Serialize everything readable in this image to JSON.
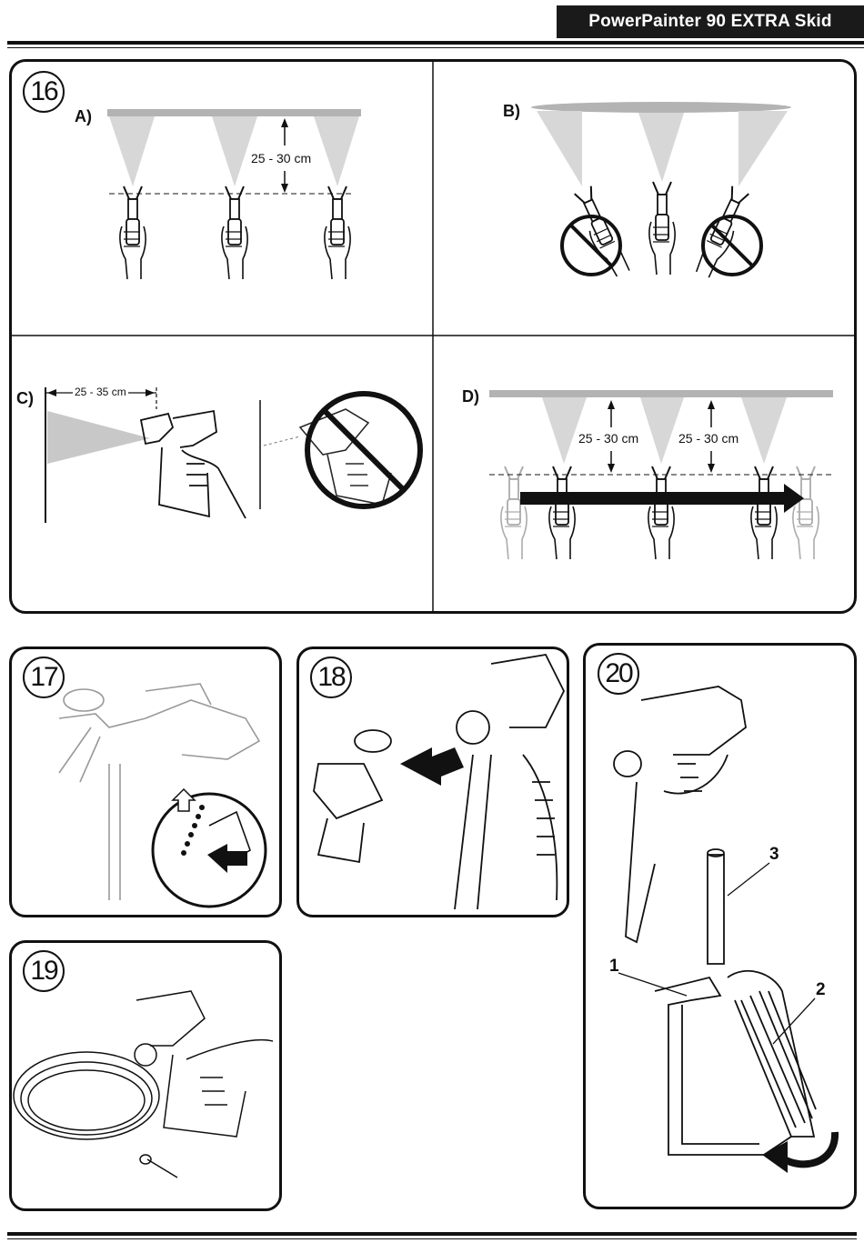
{
  "header": {
    "title": "PowerPainter 90 EXTRA Skid"
  },
  "step16": {
    "number": "16",
    "a": {
      "label": "A)",
      "distance": "25 - 30 cm"
    },
    "b": {
      "label": "B)"
    },
    "c": {
      "label": "C)",
      "distance": "25 - 35 cm"
    },
    "d": {
      "label": "D)",
      "distance_left": "25 - 30 cm",
      "distance_right": "25 - 30 cm"
    }
  },
  "step17": {
    "number": "17"
  },
  "step18": {
    "number": "18"
  },
  "step19": {
    "number": "19"
  },
  "step20": {
    "number": "20",
    "callouts": [
      "1",
      "2",
      "3"
    ]
  }
}
